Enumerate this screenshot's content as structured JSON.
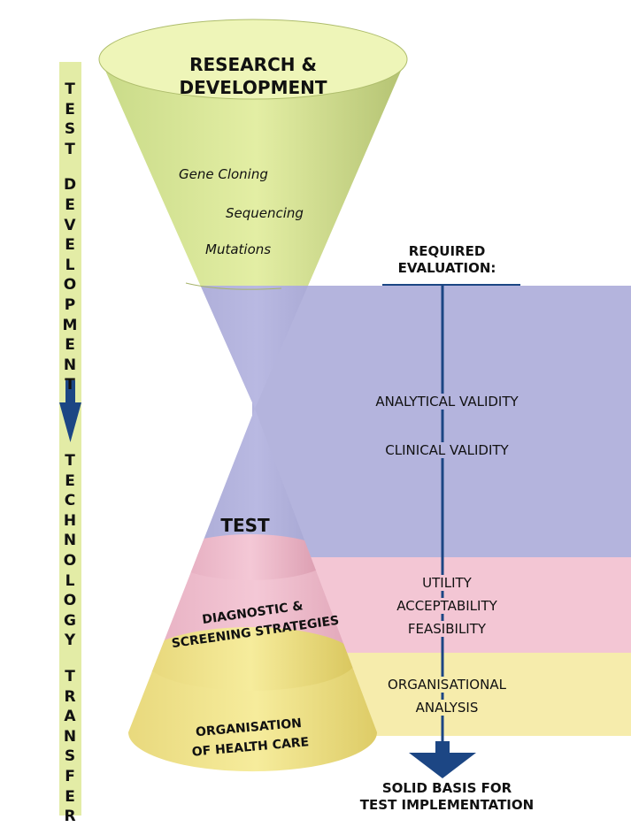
{
  "sidebar": {
    "top_word_1": "TEST",
    "top_word_2": "DEVELOPMENT",
    "bottom_word_1": "TECHNOLOGY",
    "bottom_word_2": "TRANSFER"
  },
  "funnel_top": {
    "title_line1": "RESEARCH &",
    "title_line2": "DEVELOPMENT",
    "items": [
      "Gene Cloning",
      "Sequencing",
      "Mutations"
    ]
  },
  "funnel_bottom": {
    "test": "TEST",
    "diag_line1": "DIAGNOSTIC &",
    "diag_line2": "SCREENING STRATEGIES",
    "org_line1": "ORGANISATION",
    "org_line2": "OF HEALTH CARE"
  },
  "evaluation": {
    "header_line1": "REQUIRED",
    "header_line2": "EVALUATION:",
    "analytical": "ANALYTICAL VALIDITY",
    "clinical": "CLINICAL VALIDITY",
    "utility": "UTILITY",
    "acceptability": "ACCEPTABILITY",
    "feasibility": "FEASIBILITY",
    "org_line1": "ORGANISATIONAL",
    "org_line2": "ANALYSIS",
    "result_line1": "SOLID BASIS FOR",
    "result_line2": "TEST IMPLEMENTATION"
  },
  "colors": {
    "green": "#dde99a",
    "purple": "#b3b3dc",
    "pink": "#f1c4d2",
    "yellow": "#f5eba6",
    "navy": "#1c4684"
  }
}
